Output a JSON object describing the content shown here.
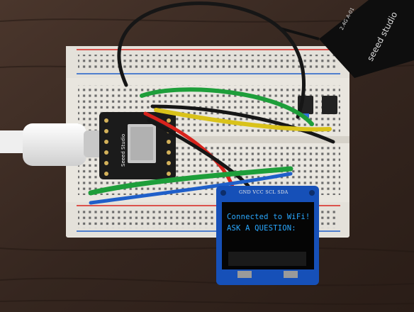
{
  "oled": {
    "line1": "Connected to WiFi!",
    "line2": "ASK A QUESTION:",
    "pin_labels": "GND VCC SCL SDA"
  },
  "antenna": {
    "brand": "seeed studio",
    "model": "2.4G A-01"
  },
  "board": {
    "brand": "Seeed Studio"
  },
  "colors": {
    "table": "#3a2a22",
    "breadboard": "#e9e6df",
    "wire_green": "#1e9e3a",
    "wire_yellow": "#d9c21a",
    "wire_red": "#d8231c",
    "wire_black": "#161616",
    "wire_blue": "#1f5fc9",
    "oled_text": "#2aa8ff"
  }
}
